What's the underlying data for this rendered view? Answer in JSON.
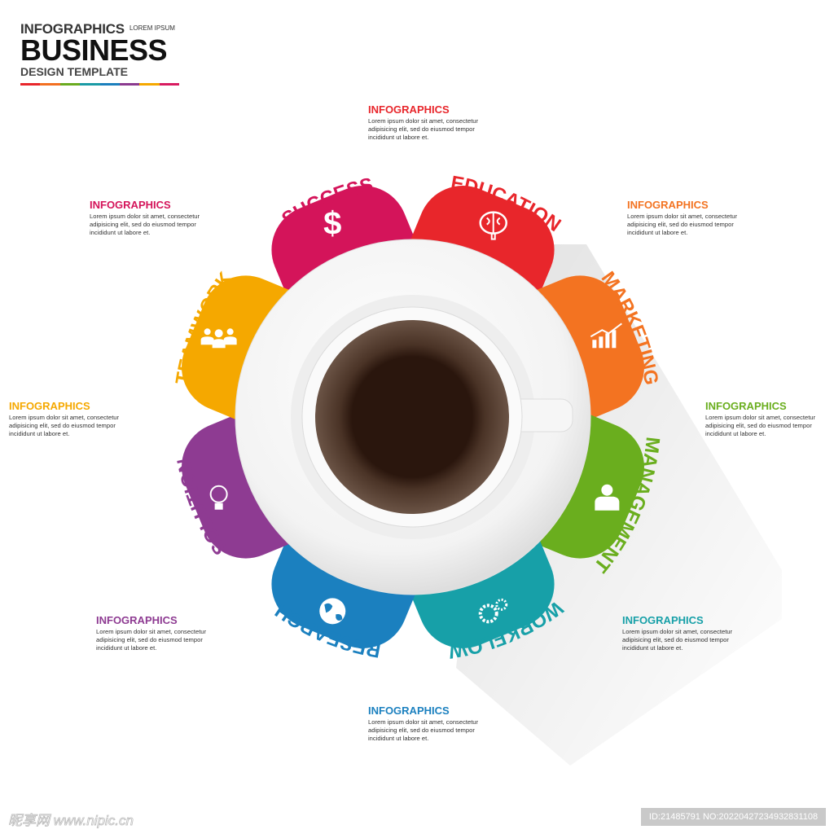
{
  "header": {
    "line1": "INFOGRAPHICS",
    "line1_small": "LOREM IPSUM",
    "line2": "BUSINESS",
    "line3": "DESIGN TEMPLATE",
    "bar_colors": [
      "#e8262b",
      "#f26f21",
      "#6aab1f",
      "#1a9ba5",
      "#1b7fbd",
      "#8b3a8f",
      "#f5a800",
      "#d81b60"
    ]
  },
  "petals": [
    {
      "label": "SUCCESS",
      "color": "#d4145a",
      "icon": "dollar-icon"
    },
    {
      "label": "EDUCATION",
      "color": "#e8262b",
      "icon": "brain-icon"
    },
    {
      "label": "MARKETING",
      "color": "#f37321",
      "icon": "bar-chart-icon"
    },
    {
      "label": "MANAGEMENT",
      "color": "#6aae1e",
      "icon": "businessman-icon"
    },
    {
      "label": "WORKFLOW",
      "color": "#17a0a8",
      "icon": "gears-icon"
    },
    {
      "label": "RESEARCH",
      "color": "#1b80bf",
      "icon": "globe-icon"
    },
    {
      "label": "SOLUTION",
      "color": "#8e3b92",
      "icon": "lightbulb-icon"
    },
    {
      "label": "TEAMWORK",
      "color": "#f5a800",
      "icon": "team-icon"
    }
  ],
  "info": [
    {
      "title": "INFOGRAPHICS",
      "color": "#e8262b",
      "text": "Lorem ipsum dolor sit amet, consectetur adipisicing elit, sed do eiusmod tempor incididunt ut labore et."
    },
    {
      "title": "INFOGRAPHICS",
      "color": "#f37321",
      "text": "Lorem ipsum dolor sit amet, consectetur adipisicing elit, sed do eiusmod tempor incididunt ut labore et."
    },
    {
      "title": "INFOGRAPHICS",
      "color": "#6aae1e",
      "text": "Lorem ipsum dolor sit amet, consectetur adipisicing elit, sed do eiusmod tempor incididunt ut labore et."
    },
    {
      "title": "INFOGRAPHICS",
      "color": "#17a0a8",
      "text": "Lorem ipsum dolor sit amet, consectetur adipisicing elit, sed do eiusmod tempor incididunt ut labore et."
    },
    {
      "title": "INFOGRAPHICS",
      "color": "#1b80bf",
      "text": "Lorem ipsum dolor sit amet, consectetur adipisicing elit, sed do eiusmod tempor incididunt ut labore et."
    },
    {
      "title": "INFOGRAPHICS",
      "color": "#8e3b92",
      "text": "Lorem ipsum dolor sit amet, consectetur adipisicing elit, sed do eiusmod tempor incididunt ut labore et."
    },
    {
      "title": "INFOGRAPHICS",
      "color": "#f5a800",
      "text": "Lorem ipsum dolor sit amet, consectetur adipisicing elit, sed do eiusmod tempor incididunt ut labore et."
    },
    {
      "title": "INFOGRAPHICS",
      "color": "#d4145a",
      "text": "Lorem ipsum dolor sit amet, consectetur adipisicing elit, sed do eiusmod tempor incididunt ut labore et."
    }
  ],
  "watermark": {
    "site": "昵享网 www.nipic.cn",
    "id": "ID:21485791 NO:20220427234932831108"
  }
}
